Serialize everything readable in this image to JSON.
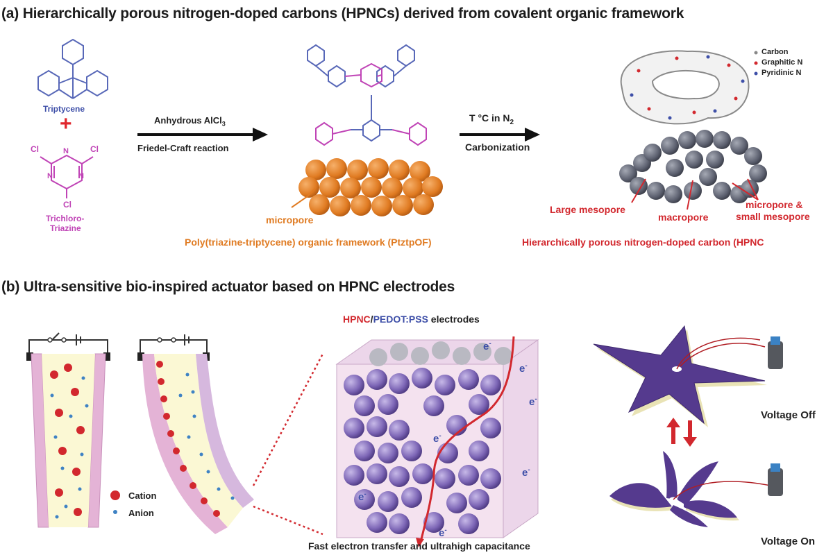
{
  "panel_a": {
    "title": "(a) Hierarchically porous nitrogen-doped carbons (HPNCs) derived from covalent organic framework",
    "triptycene_label": "Triptycene",
    "plus": "+",
    "triazine_label_1": "Trichloro-",
    "triazine_label_2": "Triazine",
    "atom_cl": "Cl",
    "atom_n": "N",
    "reaction1_line1": "Anhydrous AlCl",
    "reaction1_sub": "3",
    "reaction1_line2": "Friedel-Craft reaction",
    "reaction2_line1": "T °C in N",
    "reaction2_sub": "2",
    "reaction2_line2": "Carbonization",
    "micropore_label": "micropore",
    "framework_label": "Poly(triazine-triptycene) organic framework (PtztpOF)",
    "legend": [
      "Carbon",
      "Graphitic N",
      "Pyridinic N"
    ],
    "large_mesopore": "Large mesopore",
    "macropore": "macropore",
    "micro_small_1": "micropore &",
    "micro_small_2": "small mesopore",
    "hpnc_label": "Hierarchically porous nitrogen-doped carbon (HPNC"
  },
  "panel_b": {
    "title": "(b) Ultra-sensitive bio-inspired actuator based on HPNC electrodes",
    "cation": "Cation",
    "anion": "Anion",
    "electrodes_hpnc": "HPNC",
    "electrodes_slash": "/",
    "electrodes_pedot": "PEDOT:PSS",
    "electrodes_rest": " electrodes",
    "electron": "e",
    "electron_sup": "-",
    "bottom_caption": "Fast electron transfer and ultrahigh capacitance",
    "voltage_off": "Voltage Off",
    "voltage_on": "Voltage On"
  },
  "colors": {
    "blue": "#3e4fa8",
    "magenta": "#c044b6",
    "orange": "#e07b22",
    "red": "#d2282e",
    "purple": "#5b3e91",
    "pink_layer": "#e4b3d6",
    "electrolyte": "#fbf8d4"
  }
}
